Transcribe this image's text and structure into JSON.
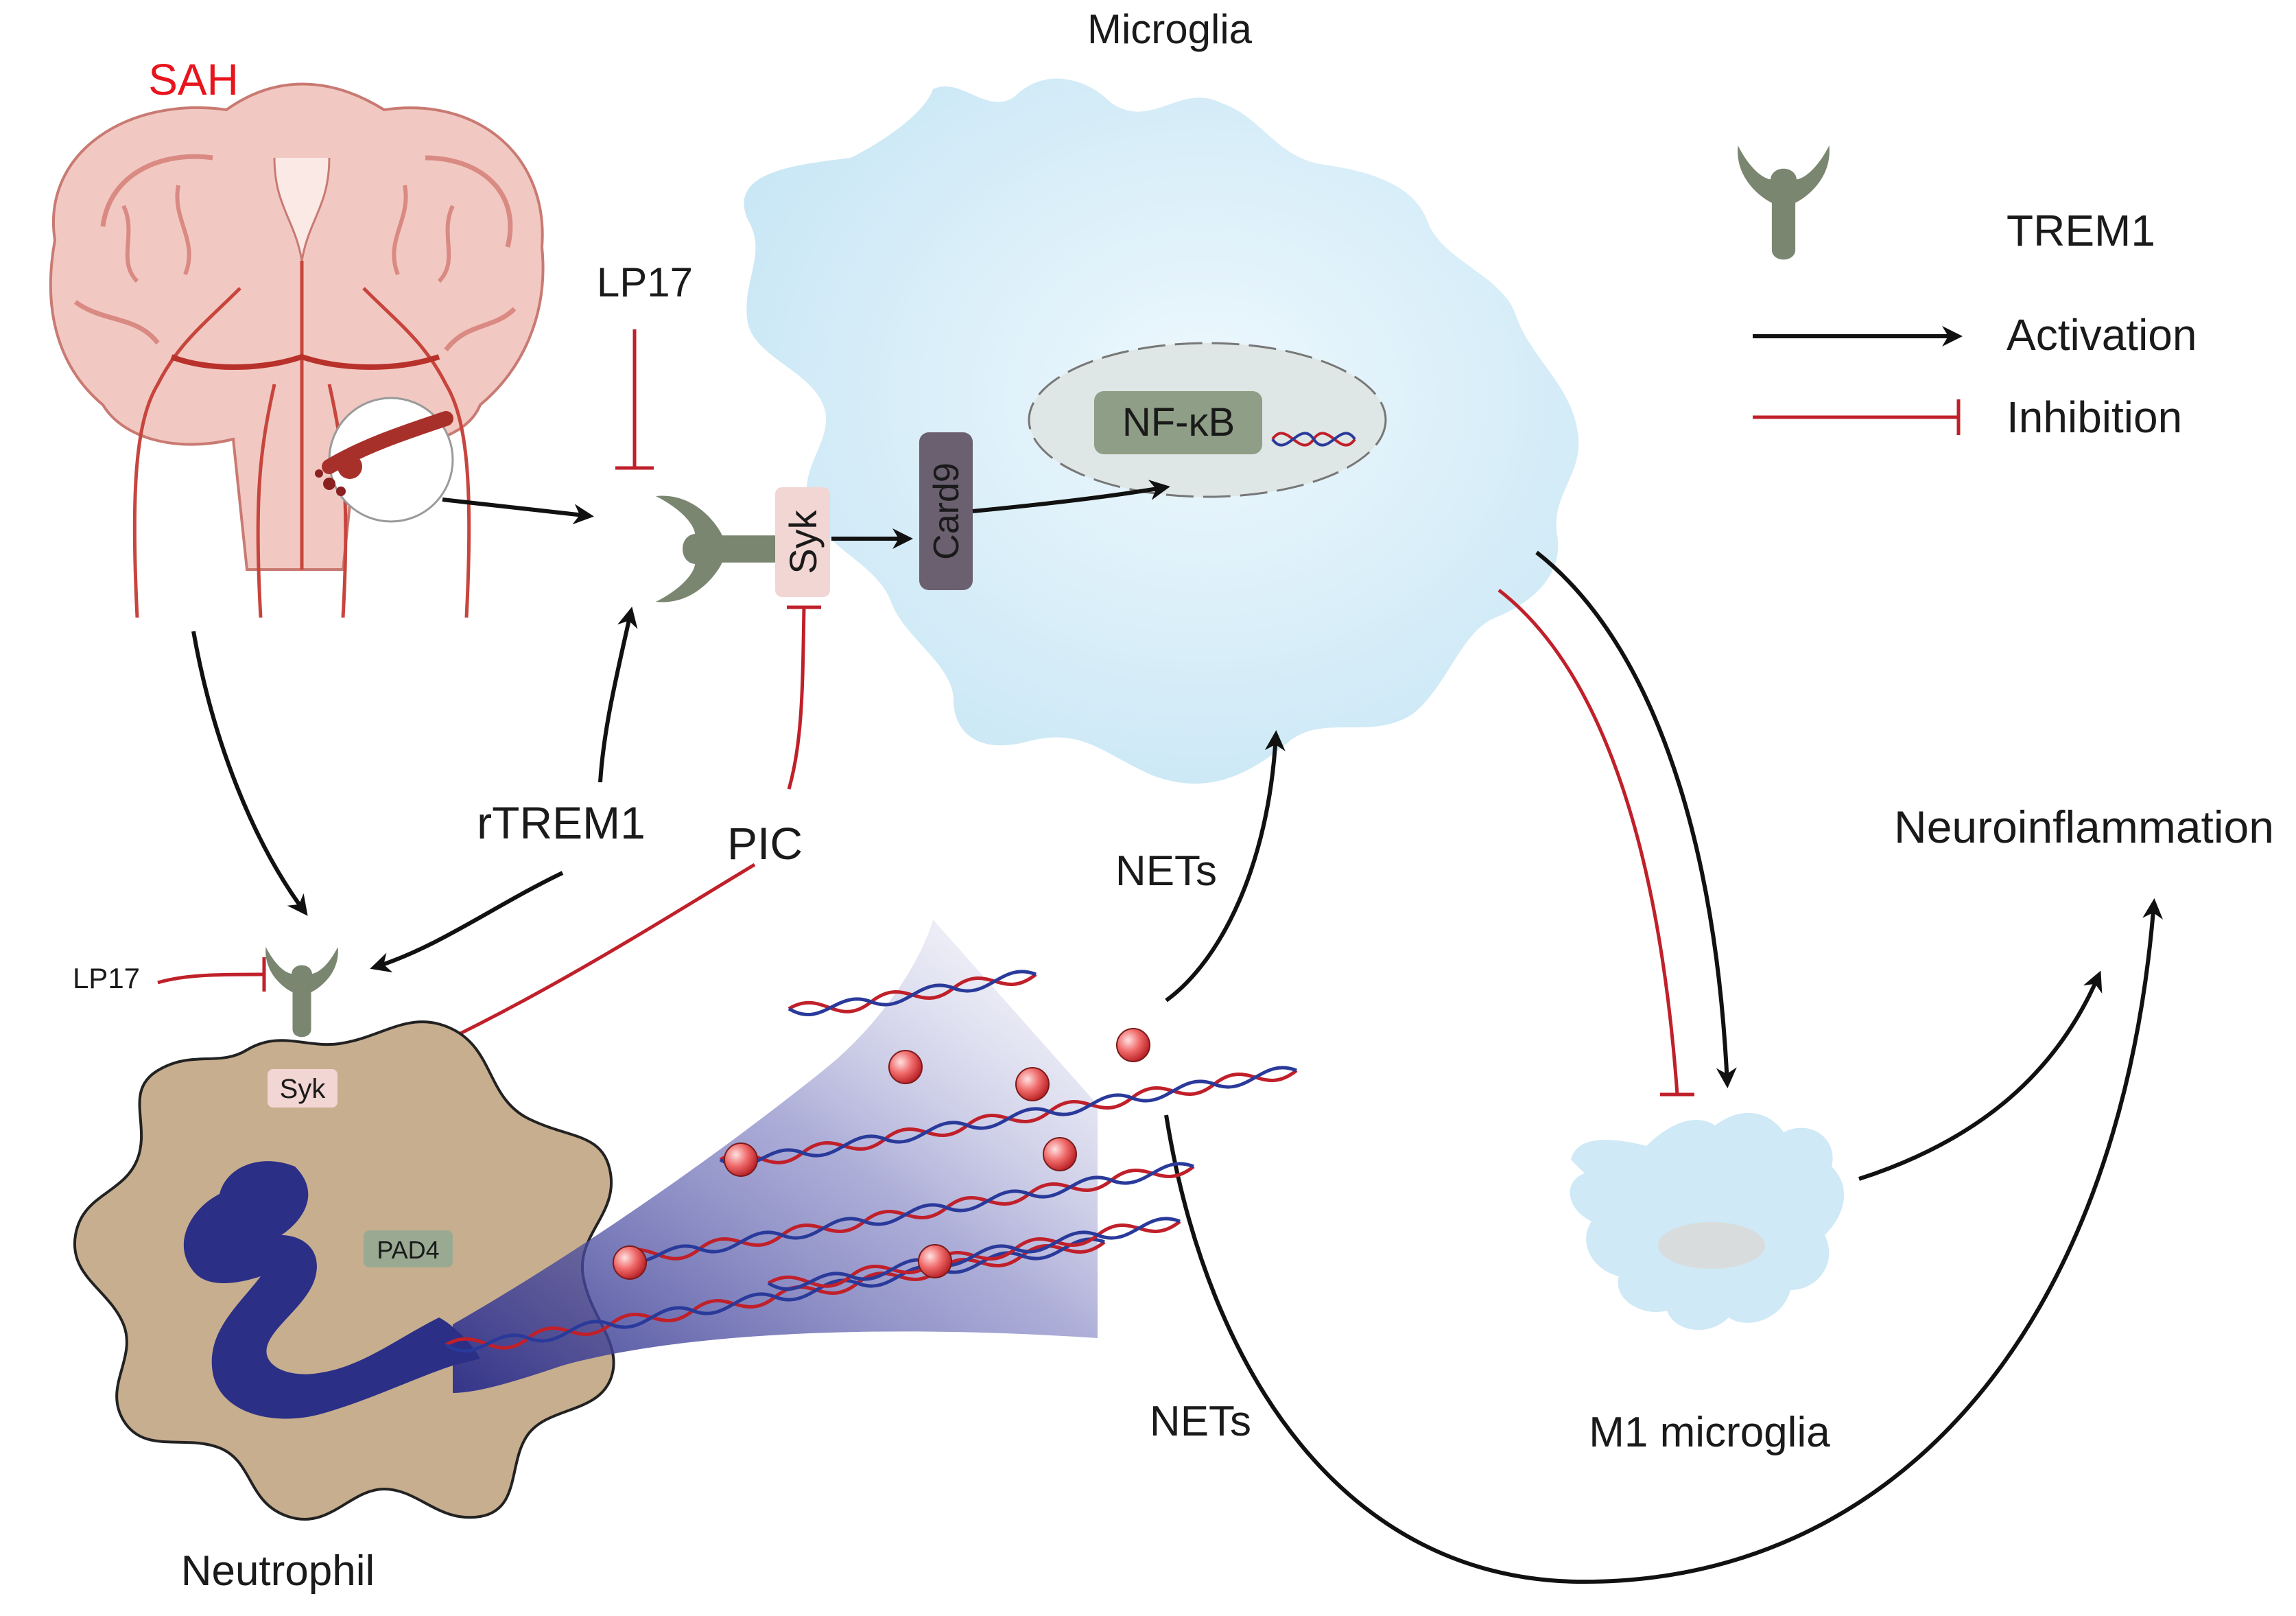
{
  "labels": {
    "sah": "SAH",
    "microglia": "Microglia",
    "lp17_top": "LP17",
    "lp17_left": "LP17",
    "syk_microglia": "Syk",
    "card9": "Card9",
    "nfkb": "NF-κB",
    "rtrem1": "rTREM1",
    "pic": "PIC",
    "nets_upper": "NETs",
    "nets_lower": "NETs",
    "syk_neutrophil": "Syk",
    "pad4": "PAD4",
    "neutrophil": "Neutrophil",
    "m1_microglia": "M1 microglia",
    "neuroinflammation": "Neuroinflammation"
  },
  "legend": {
    "trem1": "TREM1",
    "activation": "Activation",
    "inhibition": "Inhibition"
  },
  "colors": {
    "sah_text": "#e8141c",
    "activation": "#111111",
    "inhibition": "#c0202a",
    "receptor": "#7a8670",
    "microglia_fill": "#cfe9f6",
    "neutrophil_fill": "#c7ae8f",
    "nucleus_blue": "#2b2f86",
    "syk_box": "#f2d6d4",
    "card9_box": "#6b6070",
    "nfkb_box": "#8f9e86",
    "pad4_box": "#9aaa92",
    "brain_tissue": "#f2c9c2"
  },
  "icons": [
    "trem1-receptor-icon",
    "brain-icon",
    "aneurysm-magnifier-icon",
    "dna-strand-icon",
    "histone-bead-icon"
  ]
}
